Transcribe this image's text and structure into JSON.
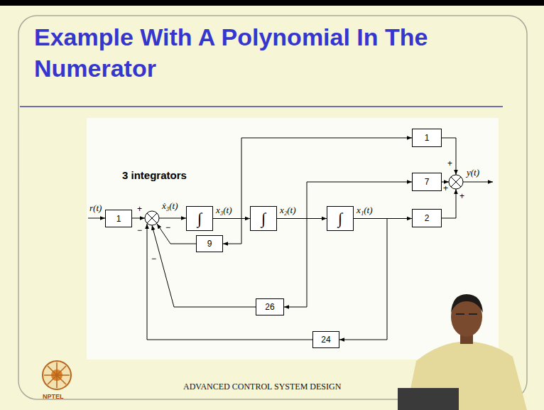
{
  "diagram": {
    "title": "Example With A Polynomial In The Numerator",
    "nodes": [
      {
        "text": [
          "1"
        ]
      },
      {
        "text": [
          "∫"
        ]
      },
      {
        "text": [
          "∫"
        ]
      },
      {
        "text": [
          "∫"
        ]
      },
      {
        "text": [
          "9"
        ]
      },
      {
        "text": [
          "26"
        ]
      },
      {
        "text": [
          "24"
        ]
      },
      {
        "text": [
          "1"
        ]
      },
      {
        "text": [
          "7"
        ]
      },
      {
        "text": [
          "2"
        ]
      }
    ],
    "edges": [
      {
        "from": 1,
        "to": 2,
        "label": "x₃(t)",
        "arrow": "to"
      },
      {
        "from": 1,
        "to": 4,
        "arrow": "to"
      },
      {
        "from": 1,
        "to": 7,
        "arrow": "to"
      },
      {
        "from": 2,
        "to": 3,
        "label": "x₂(t)",
        "arrow": "to"
      },
      {
        "from": 2,
        "to": 5,
        "arrow": "to"
      },
      {
        "from": 2,
        "to": 8,
        "arrow": "to"
      },
      {
        "from": 3,
        "to": 9,
        "label": "x₁(t)",
        "arrow": "to"
      },
      {
        "from": 3,
        "to": 6,
        "arrow": "to"
      }
    ],
    "labels": [
      "3 integrators",
      "r(t)",
      "+",
      "−",
      "−",
      "−",
      "ẋ₃(t)",
      "+",
      "+",
      "+",
      "y(t)",
      "ADVANCED CONTROL SYSTEM DESIGN",
      "NPTEL"
    ]
  }
}
